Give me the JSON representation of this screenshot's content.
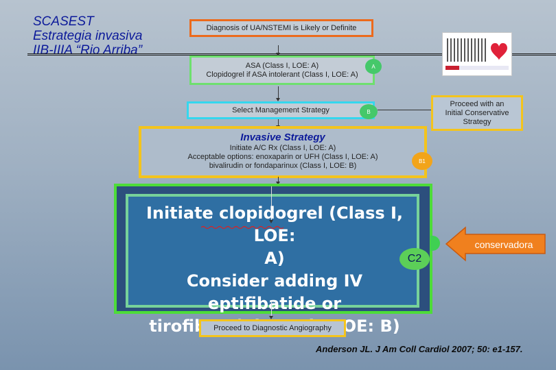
{
  "slide_title": {
    "line1": "SCASEST",
    "line2": "Estrategia invasiva",
    "line3": "IIB-IIIA “Rio Arriba”"
  },
  "flow": {
    "diagnosis": "Diagnosis of UA/NSTEMI is Likely or Definite",
    "asa_line1": "ASA (Class I, LOE: A)",
    "asa_line2": "Clopidogrel if ASA intolerant (Class I, LOE: A)",
    "badge_a": "A",
    "select_strategy": "Select Management Strategy",
    "badge_b": "B",
    "conservative_line1": "Proceed with an",
    "conservative_line2": "Initial Conservative",
    "conservative_line3": "Strategy",
    "invasive_heading": "Invasive Strategy",
    "invasive_line1": "Initiate A/C Rx (Class I, LOE: A)",
    "invasive_line2": "Acceptable options: enoxaparin or UFH  (Class I, LOE: A)",
    "invasive_line3": "bivalirudin or fondaparinux (Class I, LOE: B)",
    "badge_b1": "B1",
    "highlight_line1": "Initiate clopidogrel (Class I, LOE:",
    "highlight_line2": "A)",
    "highlight_line3": "Consider adding IV eptifibatide or",
    "highlight_line4": "tirofiban (Class IIb, LOE: B)",
    "badge_c2": "C2",
    "conservadora_label": "conservadora",
    "angiography": "Proceed to Diagnostic Angiography"
  },
  "citation": "Anderson JL. J Am Coll Cardiol 2007; 50: e1-157.",
  "colors": {
    "title_blue": "#0c1a9a",
    "orange": "#ec6a1c",
    "green": "#4ddc38",
    "cyan": "#35d7ee",
    "yellow": "#f4c41c",
    "highlight_blue": "#2f6fa3"
  }
}
